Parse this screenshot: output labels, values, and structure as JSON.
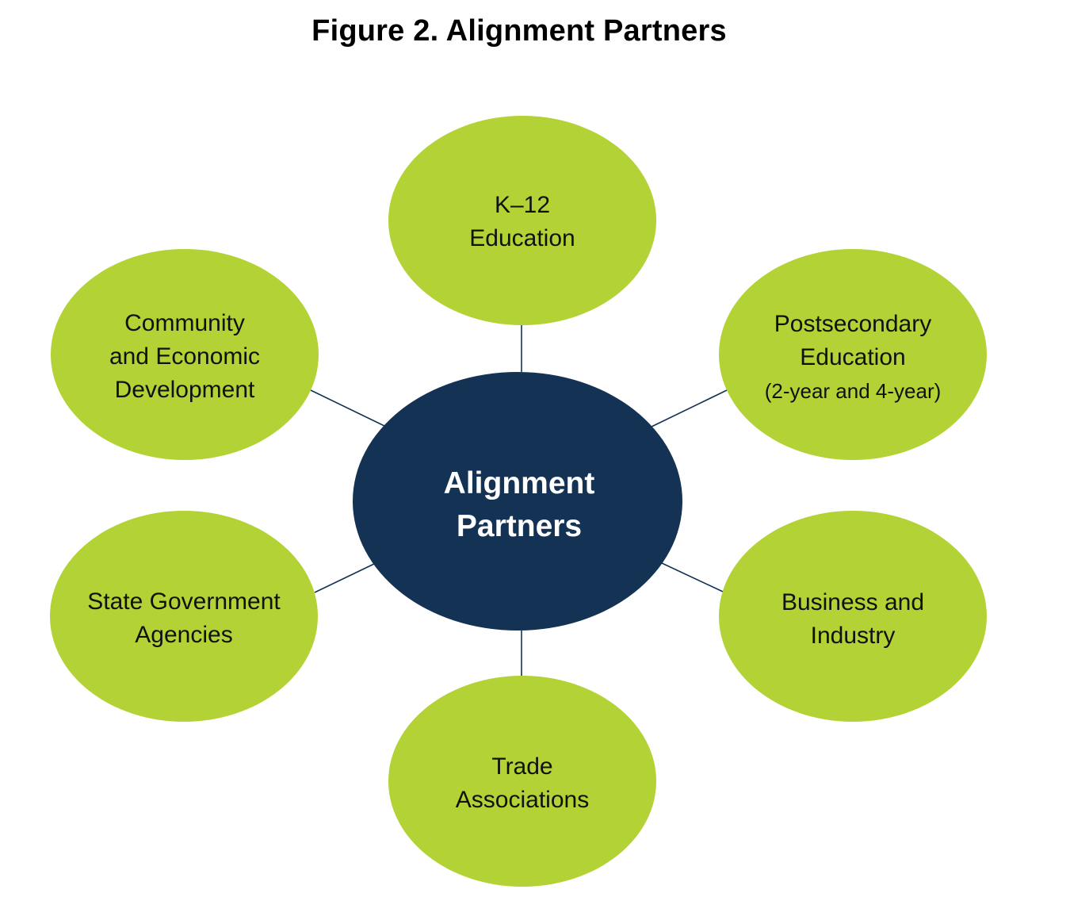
{
  "title": "Figure 2. Alignment Partners",
  "colors": {
    "center_fill": "#133254",
    "partner_fill": "#b3d235",
    "connector": "#133254",
    "partner_text": "#111111",
    "center_text": "#ffffff"
  },
  "center": {
    "lines": [
      "Alignment",
      "Partners"
    ]
  },
  "partners": [
    {
      "id": "k12-education",
      "lines": [
        "K–12",
        "Education"
      ]
    },
    {
      "id": "postsecondary-education",
      "lines": [
        "Postsecondary",
        "Education",
        "(2-year and 4-year)"
      ]
    },
    {
      "id": "business-and-industry",
      "lines": [
        "Business and",
        "Industry"
      ]
    },
    {
      "id": "trade-associations",
      "lines": [
        "Trade",
        "Associations"
      ]
    },
    {
      "id": "state-government-agencies",
      "lines": [
        "State Government",
        "Agencies"
      ]
    },
    {
      "id": "community-and-economic-development",
      "lines": [
        "Community",
        "and Economic",
        "Development"
      ]
    }
  ]
}
